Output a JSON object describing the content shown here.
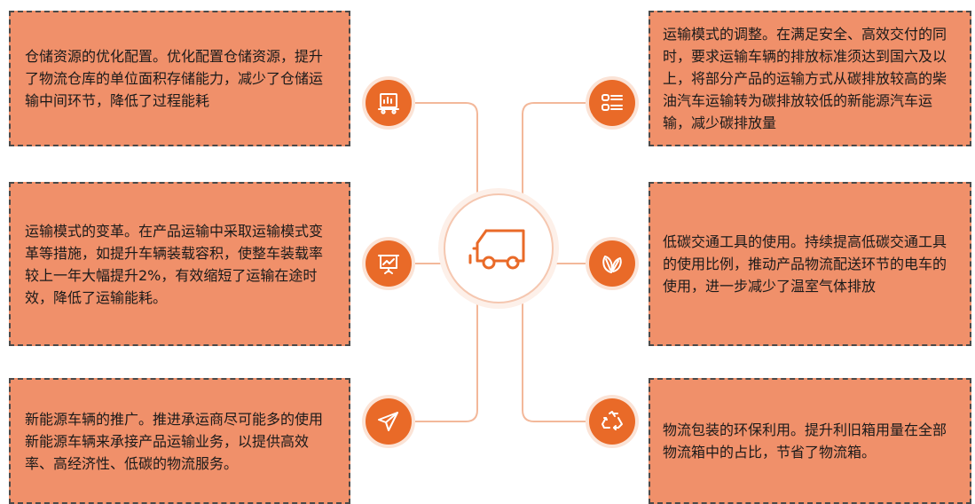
{
  "left_cards": [
    {
      "text": "仓储资源的优化配置。优化配置仓储资源，提升了物流仓库的单位面积存储能力，减少了仓储运输中间环节，降低了过程能耗",
      "icon": "warehouse-cart-icon"
    },
    {
      "text": "运输模式的变革。在产品运输中采取运输模式变革等措施，如提升车辆装载容积，使整车装载率较上一年大幅提升2%，有效缩短了运输在途时效，降低了运输能耗。",
      "icon": "presentation-chart-icon"
    },
    {
      "text": "新能源车辆的推广。推进承运商尽可能多的使用新能源车辆来承接产品运输业务，以提供高效率、高经济性、低碳的物流服务。",
      "icon": "paper-plane-icon"
    }
  ],
  "right_cards": [
    {
      "text": "运输模式的调整。在满足安全、高效交付的同时，要求运输车辆的排放标准须达到国六及以上，将部分产品的运输方式从碳排放较高的柴油汽车运输转为碳排放较低的新能源汽车运输，减少碳排放量",
      "icon": "list-icon"
    },
    {
      "text": "低碳交通工具的使用。持续提高低碳交通工具的使用比例，推动产品物流配送环节的电车的使用，进一步减少了温室气体排放",
      "icon": "leaf-icon"
    },
    {
      "text": "物流包装的环保利用。提升利旧箱用量在全部物流箱中的占比，节省了物流箱。",
      "icon": "recycle-icon"
    }
  ],
  "center": {
    "icon": "delivery-truck-icon"
  },
  "colors": {
    "card": "#f0906a",
    "icon": "#e96a28",
    "line": "#f3b89a"
  }
}
